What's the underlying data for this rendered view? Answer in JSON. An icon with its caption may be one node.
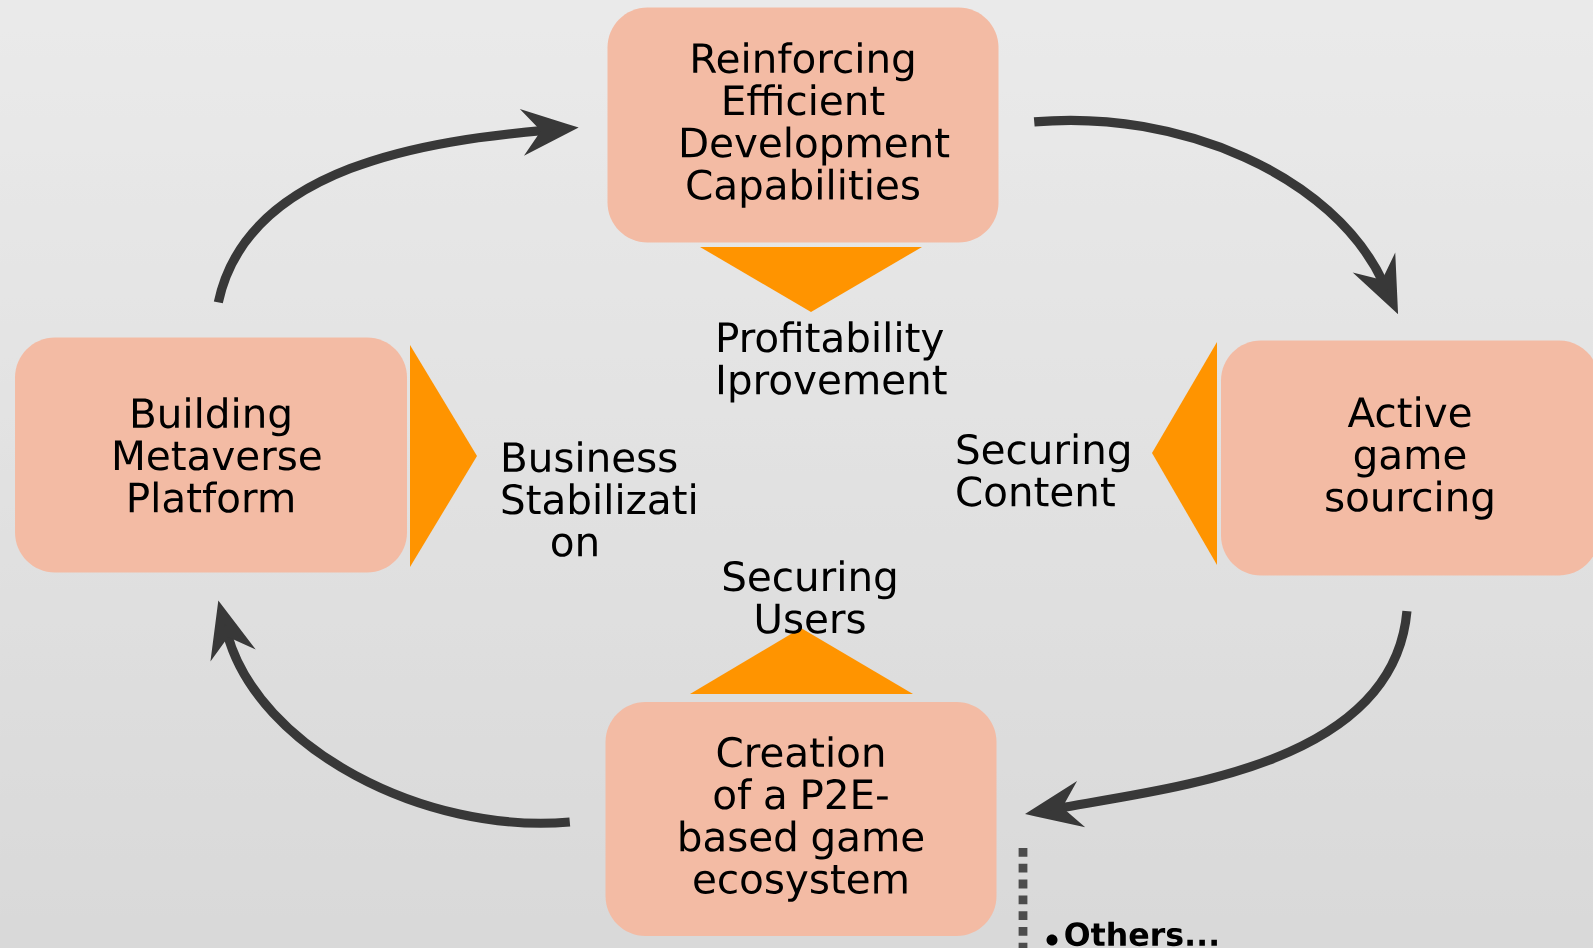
{
  "diagram": {
    "nodes": [
      {
        "text": [
          "Reinforcing Efficient Development Capabilities"
        ]
      },
      {
        "text": [
          "Active game sourcing"
        ]
      },
      {
        "text": [
          "Creation of a P2E-based game ecosystem"
        ]
      },
      {
        "text": [
          "Building Metaverse Platform"
        ]
      }
    ],
    "edges": [
      {
        "from": 3,
        "to": 0,
        "arrow": "to"
      },
      {
        "from": 0,
        "to": 1,
        "arrow": "to"
      },
      {
        "from": 1,
        "to": 2,
        "arrow": "to"
      },
      {
        "from": 2,
        "to": 3,
        "arrow": "to"
      }
    ],
    "labels": [
      "Profitability Iprovement",
      "Business Stabilizati on",
      "Securing Content",
      "Securing Users",
      "Others..."
    ]
  }
}
